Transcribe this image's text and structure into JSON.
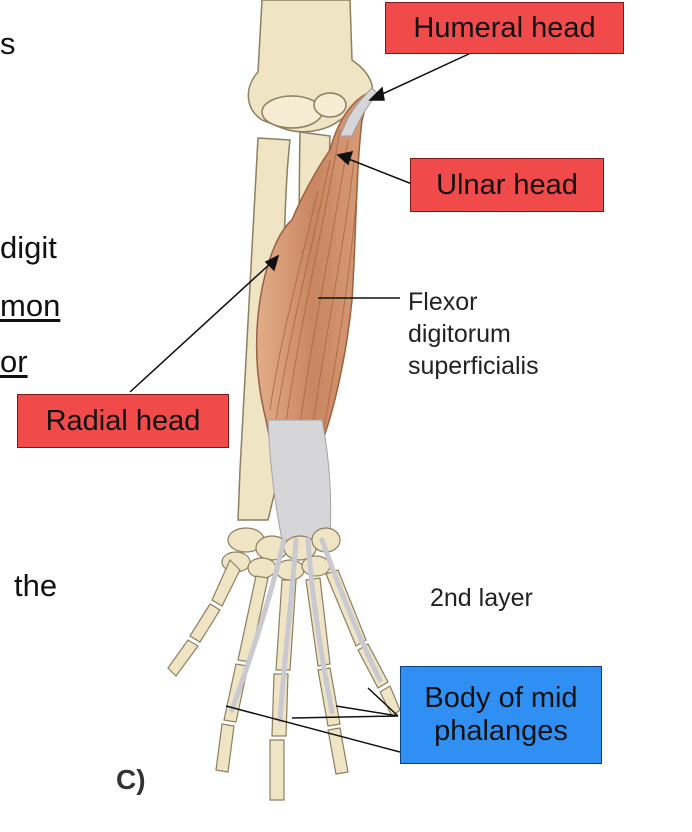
{
  "slide": {
    "left_text_fragments": [
      "s",
      "digit",
      "mon",
      "or",
      "the"
    ]
  },
  "labels": {
    "humeral_head": "Humeral head",
    "ulnar_head": "Ulnar head",
    "radial_head": "Radial head",
    "insertion_line1": "Body of mid",
    "insertion_line2": "phalanges"
  },
  "muscle": {
    "line1": "Flexor",
    "line2": "digitorum",
    "line3": "superficialis"
  },
  "layer_caption": "2nd layer",
  "panel_letter": "C)",
  "colors": {
    "origin_box": "#f04a4a",
    "insertion_box": "#2f8ff2",
    "muscle": "#cf9068",
    "tendon": "#d6d6d9",
    "bone": "#efe4c4"
  }
}
